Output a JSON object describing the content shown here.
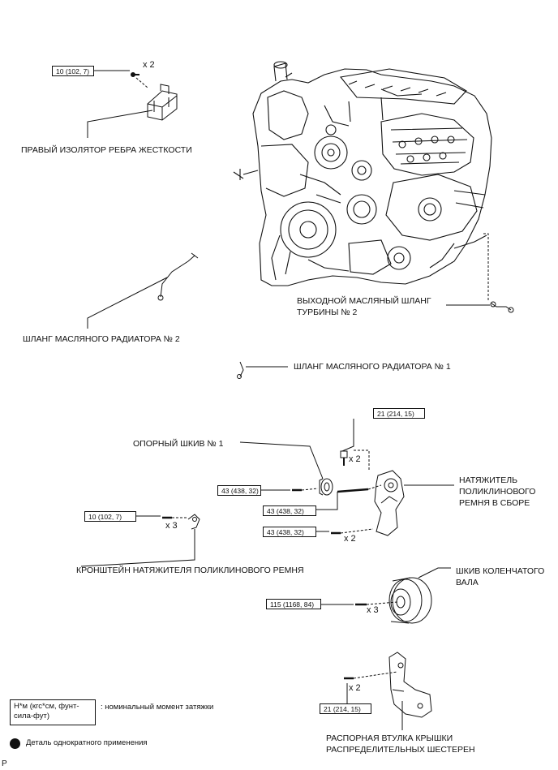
{
  "labels": {
    "right_insulator": "ПРАВЫЙ ИЗОЛЯТОР РЕБРА ЖЕСТКОСТИ",
    "turbo_oil_hose_line1": "ВЫХОДНОЙ МАСЛЯНЫЙ ШЛАНГ",
    "turbo_oil_hose_line2": "ТУРБИНЫ № 2",
    "oil_cooler_hose_2": "ШЛАНГ МАСЛЯНОГО РАДИАТОРА № 2",
    "oil_cooler_hose_1": "ШЛАНГ МАСЛЯНОГО РАДИАТОРА № 1",
    "idler_pulley_1": "ОПОРНЫЙ ШКИВ № 1",
    "tensioner_line1": "НАТЯЖИТЕЛЬ",
    "tensioner_line2": "ПОЛИКЛИНОВОГО",
    "tensioner_line3": "РЕМНЯ В СБОРЕ",
    "tensioner_bracket": "КРОНШТЕЙН НАТЯЖИТЕЛЯ ПОЛИКЛИНОВОГО РЕМНЯ",
    "crank_pulley_line1": "ШКИВ КОЛЕНЧАТОГО",
    "crank_pulley_line2": "ВАЛА",
    "spacer_line1": "РАСПОРНАЯ ВТУЛКА КРЫШКИ",
    "spacer_line2": "РАСПРЕДЕЛИТЕЛЬНЫХ ШЕСТЕРЕН"
  },
  "torques": {
    "insulator": "10 (102, 7)",
    "tensioner_top": "21 (214, 15)",
    "idler": "43 (438, 32)",
    "tensioner_mid": "43 (438, 32)",
    "tensioner_bottom": "43 (438, 32)",
    "bracket": "10 (102, 7)",
    "crank": "115 (1168, 84)",
    "spacer": "21 (214, 15)"
  },
  "quantities": {
    "insulator": "x 2",
    "tensioner_top": "x 2",
    "tensioner_bottom": "x 2",
    "bracket": "x 3",
    "crank": "x 3",
    "spacer": "x 2"
  },
  "legend": {
    "torque_units": "Н*м (кгс*см, фунт-сила-фут)",
    "torque_desc": ": номинальный момент затяжки",
    "single_use": "Деталь однократного применения"
  },
  "page_marker": "P"
}
